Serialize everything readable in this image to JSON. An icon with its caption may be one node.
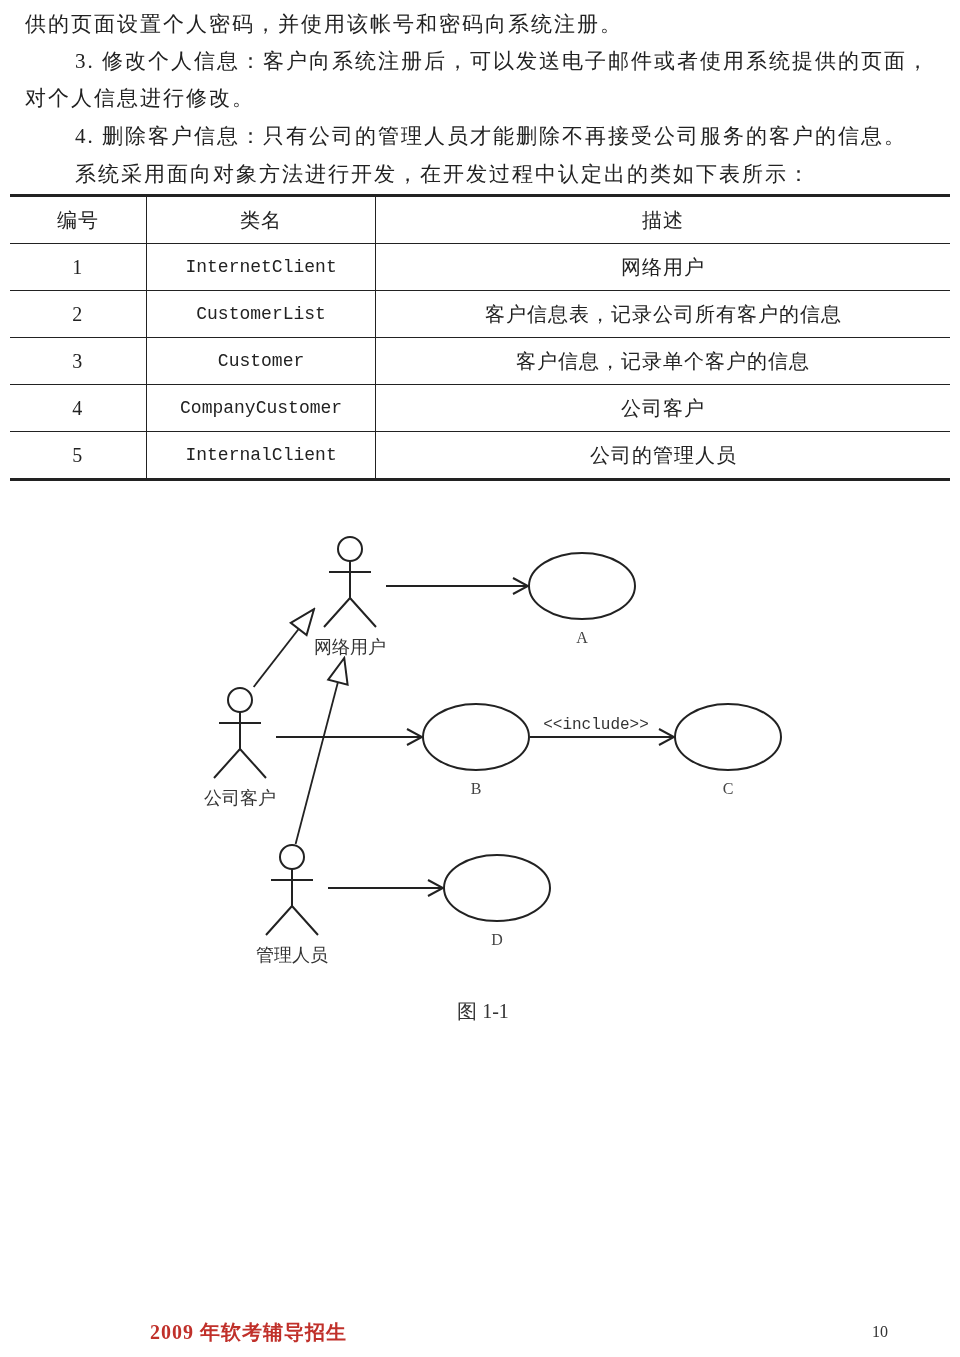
{
  "diagram": {
    "caption": "图 1-1",
    "nodes": [
      {
        "text": [
          "网络用户"
        ]
      },
      {
        "text": [
          "A"
        ]
      },
      {
        "text": [
          "公司客户"
        ]
      },
      {
        "text": [
          "B"
        ]
      },
      {
        "text": [
          "C"
        ]
      },
      {
        "text": [
          "管理人员"
        ]
      },
      {
        "text": [
          "D"
        ]
      }
    ],
    "edges": [
      {
        "from": 0,
        "to": 1,
        "arrow": "to"
      },
      {
        "from": 2,
        "to": 0,
        "arrow": "to"
      },
      {
        "from": 2,
        "to": 3,
        "arrow": "to"
      },
      {
        "from": 3,
        "to": 4,
        "arrow": "to",
        "label": "<<include>>"
      },
      {
        "from": 5,
        "to": 0,
        "arrow": "to"
      },
      {
        "from": 5,
        "to": 6,
        "arrow": "to"
      }
    ],
    "labels": [
      "供的页面设置个人密码，并使用该帐号和密码向系统注册。",
      "3. 修改个人信息：客户向系统注册后，可以发送电子邮件或者使用系统提供的页面，对个人信息进行修改。",
      "4. 删除客户信息：只有公司的管理人员才能删除不再接受公司服务的客户的信息。",
      "系统采用面向对象方法进行开发，在开发过程中认定出的类如下表所示：",
      "编号",
      "类名",
      "描述",
      "1",
      "InternetClient",
      "网络用户",
      "2",
      "CustomerList",
      "客户信息表，记录公司所有客户的信息",
      "3",
      "Customer",
      "客户信息，记录单个客户的信息",
      "4",
      "CompanyCustomer",
      "公司客户",
      "5",
      "InternalClient",
      "公司的管理人员",
      "2009 年软考辅导招生",
      "10"
    ]
  }
}
